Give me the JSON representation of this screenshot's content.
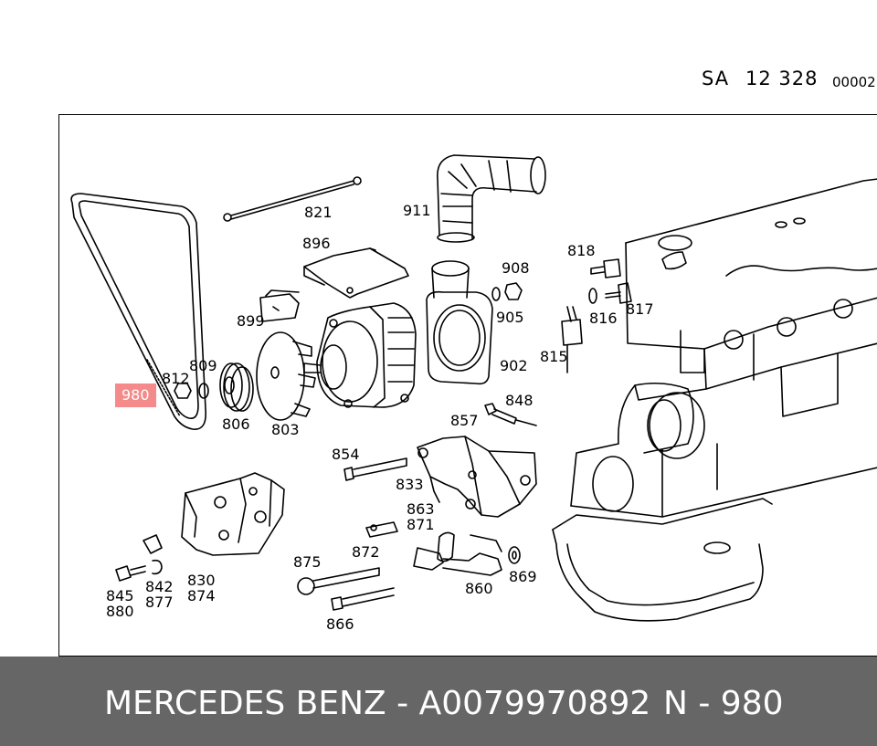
{
  "header": {
    "sheet_prefix": "SA",
    "sheet_number": "12 328",
    "sheet_suffix": "00002"
  },
  "callouts": {
    "c821": "821",
    "c911": "911",
    "c896": "896",
    "c908": "908",
    "c818": "818",
    "c905": "905",
    "c817": "817",
    "c816": "816",
    "c899": "899",
    "c815": "815",
    "c902": "902",
    "c809": "809",
    "c812": "812",
    "c980": "980",
    "c806": "806",
    "c803": "803",
    "c848": "848",
    "c857": "857",
    "c854": "854",
    "c833": "833",
    "c863": "863",
    "c871": "871",
    "c872": "872",
    "c875": "875",
    "c869": "869",
    "c860": "860",
    "c830": "830",
    "c874": "874",
    "c842": "842",
    "c877": "877",
    "c845": "845",
    "c880": "880",
    "c866": "866"
  },
  "highlight_color": "#f48a8a",
  "footer": {
    "brand": "MERCEDES BENZ - A0079970892",
    "ref": "N - 980"
  }
}
